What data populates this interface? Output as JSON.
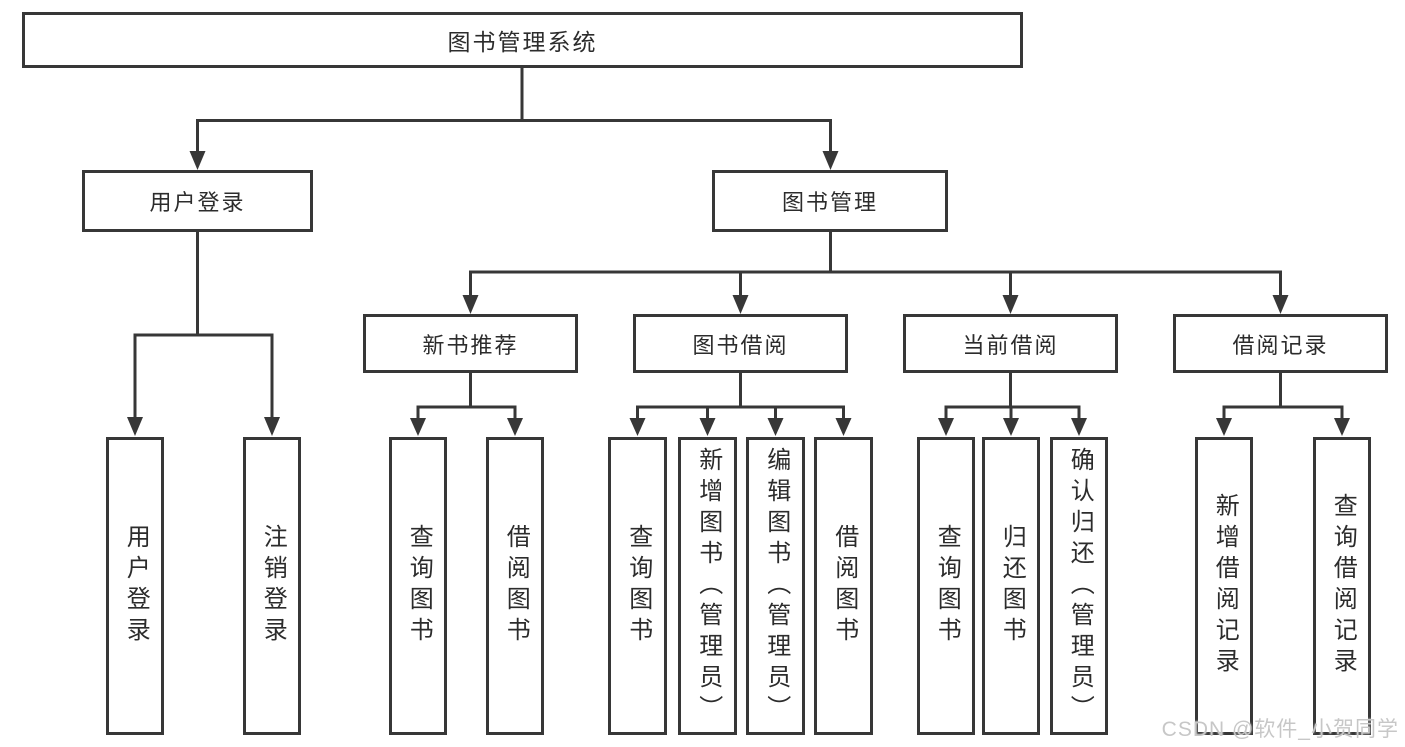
{
  "colors": {
    "line": "#373737",
    "text": "#2c2c2c",
    "box_background": "#ffffff",
    "watermark": "#c7c7c7"
  },
  "watermark": {
    "text": "CSDN @软件_小贺同学"
  },
  "tree": {
    "root": {
      "label": "图书管理系统"
    },
    "level2": [
      {
        "label": "用户登录"
      },
      {
        "label": "图书管理"
      }
    ],
    "level3": [
      {
        "label": "新书推荐"
      },
      {
        "label": "图书借阅"
      },
      {
        "label": "当前借阅"
      },
      {
        "label": "借阅记录"
      }
    ],
    "leaves": {
      "user_login": [
        {
          "label": "用户登录"
        },
        {
          "label": "注销登录"
        }
      ],
      "new_book_recommend": [
        {
          "label": "查询图书"
        },
        {
          "label": "借阅图书"
        }
      ],
      "book_borrow": [
        {
          "label": "查询图书"
        },
        {
          "label": "新增图书（管理员）"
        },
        {
          "label": "编辑图书（管理员）"
        },
        {
          "label": "借阅图书"
        }
      ],
      "current_borrow": [
        {
          "label": "查询图书"
        },
        {
          "label": "归还图书"
        },
        {
          "label": "确认归还（管理员）"
        }
      ],
      "borrow_record": [
        {
          "label": "新增借阅记录"
        },
        {
          "label": "查询借阅记录"
        }
      ]
    }
  }
}
